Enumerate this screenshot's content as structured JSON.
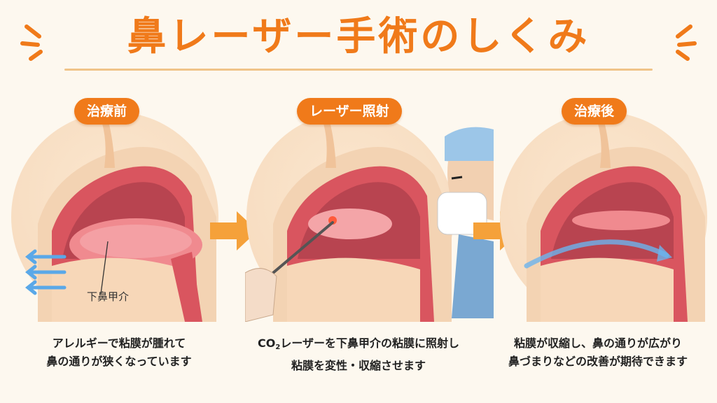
{
  "title": "鼻レーザー手術のしくみ",
  "steps": [
    {
      "badge": "治療前",
      "annotation": "下鼻甲介",
      "caption_line1": "アレルギーで粘膜が腫れて",
      "caption_line2": "鼻の通りが狭くなっています"
    },
    {
      "badge": "レーザー照射",
      "caption_prefix": "CO",
      "caption_sub": "2",
      "caption_line1_rest": "レーザーを下鼻甲介の粘膜に照射し",
      "caption_line2": "粘膜を変性・収縮させます"
    },
    {
      "badge": "治療後",
      "caption_line1": "粘膜が収縮し、鼻の通りが広がり",
      "caption_line2": "鼻づまりなどの改善が期待できます"
    }
  ],
  "colors": {
    "accent": "#f07a1a",
    "mucosa": "#e0606a",
    "turbinate": "#f08a8f",
    "air": "#5aa8e8"
  },
  "icons": [
    "sparkle-icon",
    "arrow-right-icon",
    "laser-probe-icon",
    "airflow-icon",
    "surgeon-icon"
  ]
}
